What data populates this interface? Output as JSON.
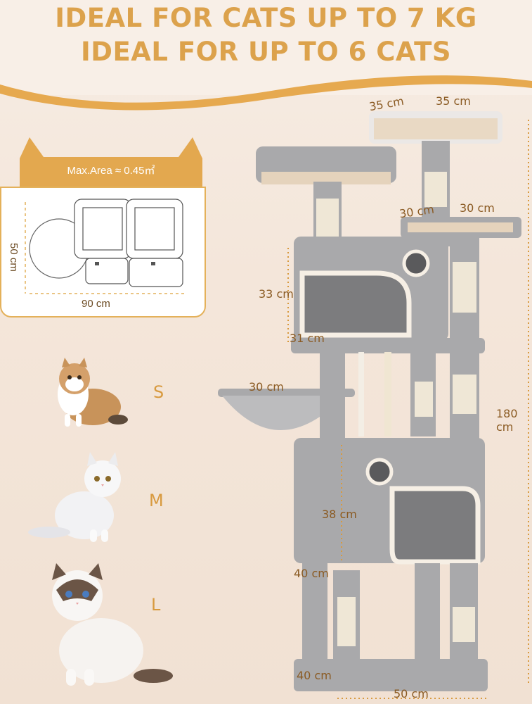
{
  "header": {
    "line1": "IDEAL FOR CATS UP TO 7 KG",
    "line2": "IDEAL FOR UP TO 6 CATS"
  },
  "area_card": {
    "label": "Max.Area ≈ 0.45㎡",
    "width": "90 cm",
    "depth": "50 cm"
  },
  "sizes": [
    "S",
    "M",
    "L"
  ],
  "measurements": {
    "top_left": "35 cm",
    "top_right": "35 cm",
    "perch_left": "30 cm",
    "perch_right": "30 cm",
    "upper_condo_height": "33 cm",
    "upper_condo_depth": "31 cm",
    "hammock": "30 cm",
    "total_height": "180 cm",
    "lower_condo_height": "38 cm",
    "lower_condo_depth": "40 cm",
    "base_depth": "40 cm",
    "base_width": "50 cm"
  },
  "colors": {
    "accent": "#dca24c",
    "tower_gray": "#a9a9ab",
    "sisal": "#efe7d6",
    "measure_text": "#8a5a22"
  }
}
